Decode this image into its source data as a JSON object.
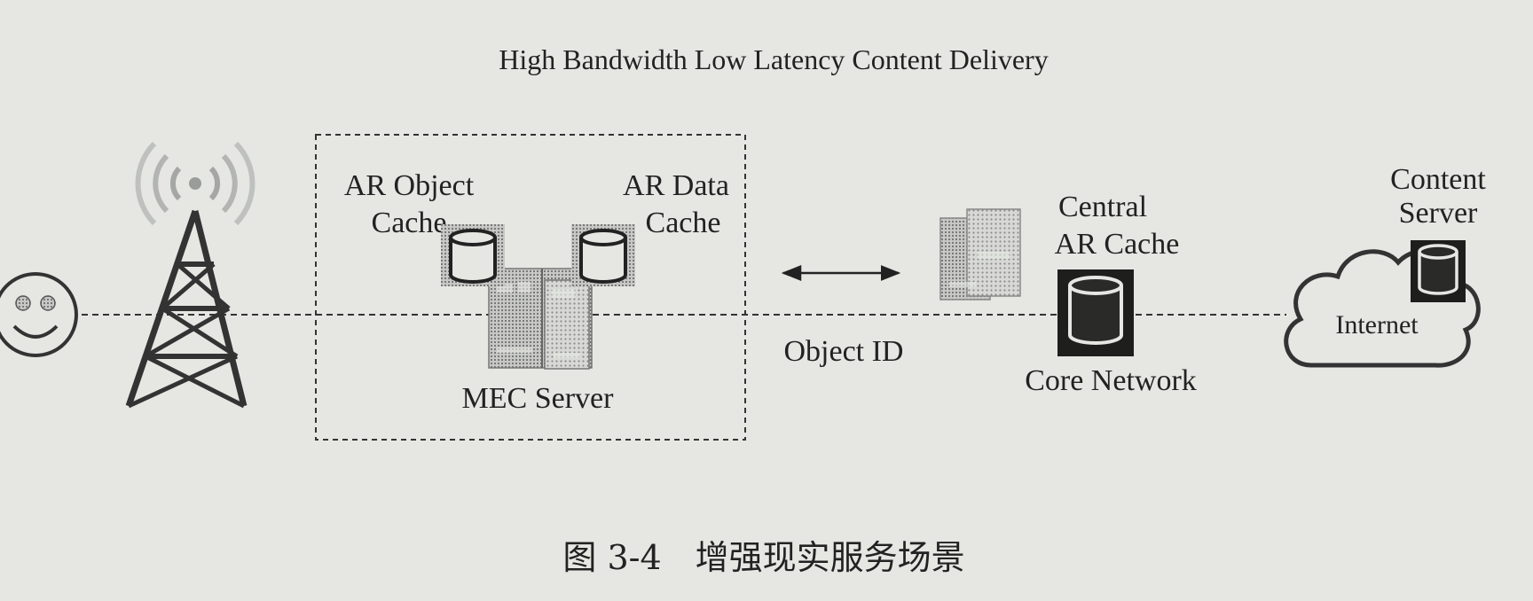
{
  "diagram": {
    "title": "High Bandwidth Low Latency Content Delivery",
    "nodes": {
      "user": {
        "icon": "smiley-face-icon"
      },
      "tower": {
        "icon": "cell-tower-icon"
      },
      "ar_object_cache": {
        "label_line1": "AR Object",
        "label_line2": "Cache",
        "icon": "database-icon"
      },
      "ar_data_cache": {
        "label_line1": "AR Data",
        "label_line2": "Cache",
        "icon": "database-icon"
      },
      "mec_server": {
        "label": "MEC Server",
        "icon": "server-rack-icon"
      },
      "central_ar_cache": {
        "label_line1": "Central",
        "label_line2": "AR Cache",
        "icon": "database-icon"
      },
      "core_network": {
        "label": "Core Network"
      },
      "content_server": {
        "label_line1": "Content",
        "label_line2": "Server",
        "icon": "database-icon"
      },
      "internet": {
        "label": "Internet",
        "icon": "cloud-icon"
      }
    },
    "edges": [
      {
        "from": "mec_server",
        "to": "central_ar_cache",
        "label": "Object ID",
        "style": "double-arrow"
      }
    ]
  },
  "caption": "图 3-4　增强现实服务场景",
  "colors": {
    "background": "#e6e7e3",
    "ink": "#222222",
    "halftone": "#8d8f8c"
  }
}
